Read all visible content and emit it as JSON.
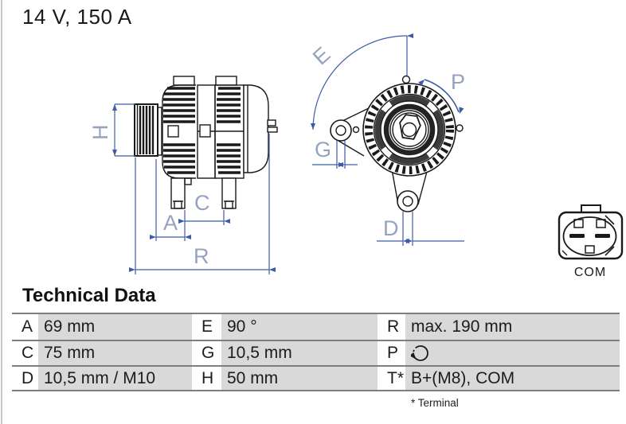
{
  "page": {
    "title": "14 V, 150 A"
  },
  "diagram": {
    "dimension_labels": {
      "H": "H",
      "A": "A",
      "C": "C",
      "R": "R",
      "E": "E",
      "P": "P",
      "G": "G",
      "D": "D"
    },
    "connector_label": "COM",
    "colors": {
      "dimension_line": "#3c5ca6",
      "dimension_label": "#96a3c0",
      "drawing_ink": "#1a1a1a",
      "table_value_bg": "#d9d9d9",
      "table_rule": "#7e7e7e"
    }
  },
  "table": {
    "heading": "Technical Data",
    "footnote": "* Terminal",
    "rows": [
      {
        "cells": [
          {
            "label": "A",
            "value": "69 mm"
          },
          {
            "label": "E",
            "value": "90 °"
          },
          {
            "label": "R",
            "value": "max. 190 mm"
          }
        ]
      },
      {
        "cells": [
          {
            "label": "C",
            "value": "75 mm"
          },
          {
            "label": "G",
            "value": "10,5 mm"
          },
          {
            "label": "P",
            "value": "",
            "value_icon": "rotation-direction-icon"
          }
        ]
      },
      {
        "cells": [
          {
            "label": "D",
            "value": "10,5 mm / M10"
          },
          {
            "label": "H",
            "value": "50 mm"
          },
          {
            "label": "T*",
            "value": "B+(M8), COM"
          }
        ]
      }
    ]
  }
}
